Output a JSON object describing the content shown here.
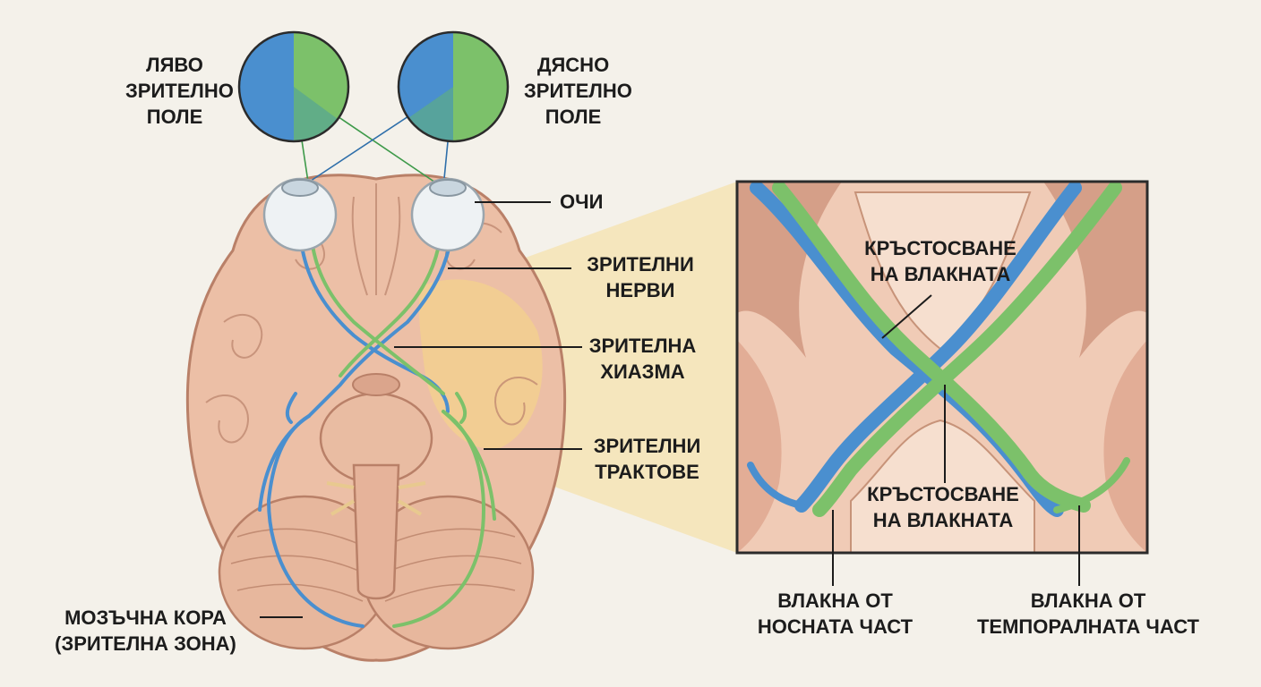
{
  "fields": {
    "left": {
      "lines": [
        "ЛЯВО",
        "ЗРИТЕЛНО",
        "ПОЛЕ"
      ]
    },
    "right": {
      "lines": [
        "ДЯСНО",
        "ЗРИТЕЛНО",
        "ПОЛЕ"
      ]
    }
  },
  "labels": {
    "eyes": {
      "lines": [
        "ОЧИ"
      ]
    },
    "nerves": {
      "lines": [
        "ЗРИТЕЛНИ",
        "НЕРВИ"
      ]
    },
    "chiasm": {
      "lines": [
        "ЗРИТЕЛНА",
        "ХИАЗМА"
      ]
    },
    "tracts": {
      "lines": [
        "ЗРИТЕЛНИ",
        "ТРАКТОВЕ"
      ]
    },
    "cortex": {
      "lines": [
        "МОЗЪЧНА КОРА",
        "(ЗРИТЕЛНА ЗОНА)"
      ]
    },
    "cross_top": {
      "lines": [
        "КРЪСТОСВАНЕ",
        "НА ВЛАКНАТА"
      ]
    },
    "cross_bottom": {
      "lines": [
        "КРЪСТОСВАНЕ",
        "НА ВЛАКНАТА"
      ]
    },
    "nasal": {
      "lines": [
        "ВЛАКНА ОТ",
        "НОСНАТА ЧАСТ"
      ]
    },
    "temporal": {
      "lines": [
        "ВЛАКНА ОТ",
        "ТЕМПОРАЛНАТА ЧАСТ"
      ]
    }
  },
  "colors": {
    "background": "#f4f1ea",
    "blue_fiber": "#4a8fcf",
    "green_fiber": "#7cc16a",
    "brain_tissue": "#e9b9a0",
    "highlight_zone": "#f3d89a"
  }
}
